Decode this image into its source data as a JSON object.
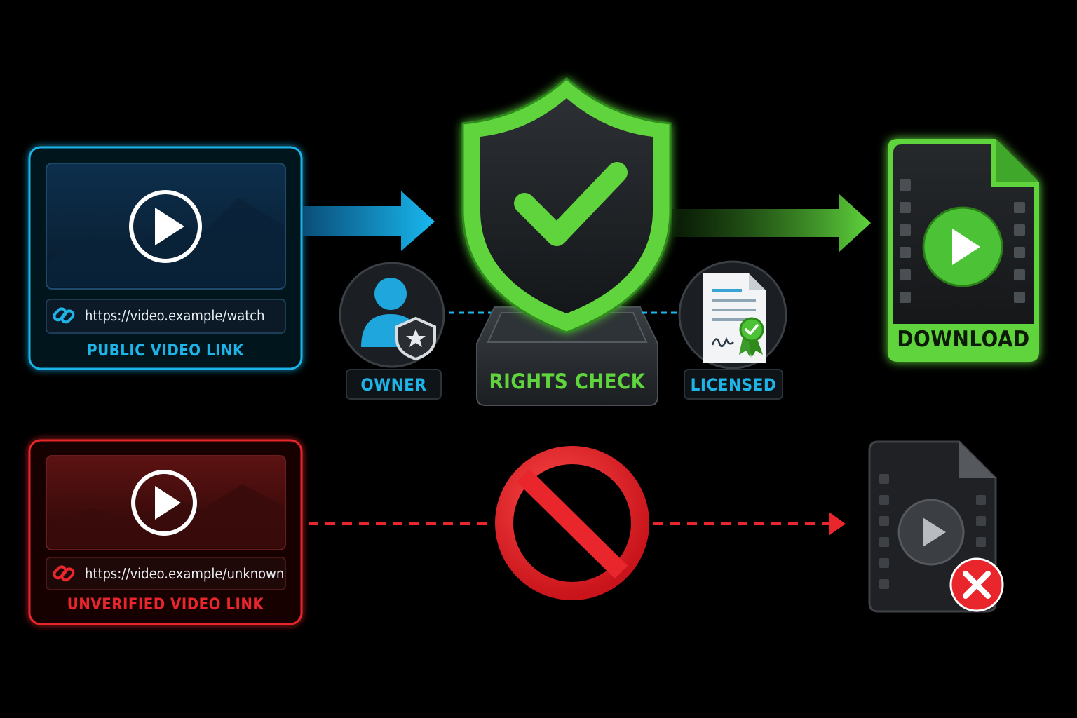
{
  "allowed_flow": {
    "source_card": {
      "url": "https://video.example/watch",
      "label": "PUBLIC VIDEO LINK"
    },
    "check": {
      "label": "RIGHTS CHECK",
      "owner_label": "OWNER",
      "licensed_label": "LICENSED"
    },
    "output": {
      "label": "DOWNLOAD"
    }
  },
  "blocked_flow": {
    "source_card": {
      "url": "https://video.example/unknown",
      "label": "UNVERIFIED VIDEO LINK"
    }
  },
  "colors": {
    "allowed_source": "#1fb4e8",
    "check_green": "#5fd43c",
    "blocked_red": "#e8262c",
    "background": "#000000"
  },
  "icons": {
    "source_play": "play-icon",
    "link": "link-icon",
    "shield": "shield-check-icon",
    "owner": "user-shield-icon",
    "license": "document-certificate-icon",
    "blocked": "prohibited-icon",
    "blocked_error": "x-circle-icon"
  }
}
